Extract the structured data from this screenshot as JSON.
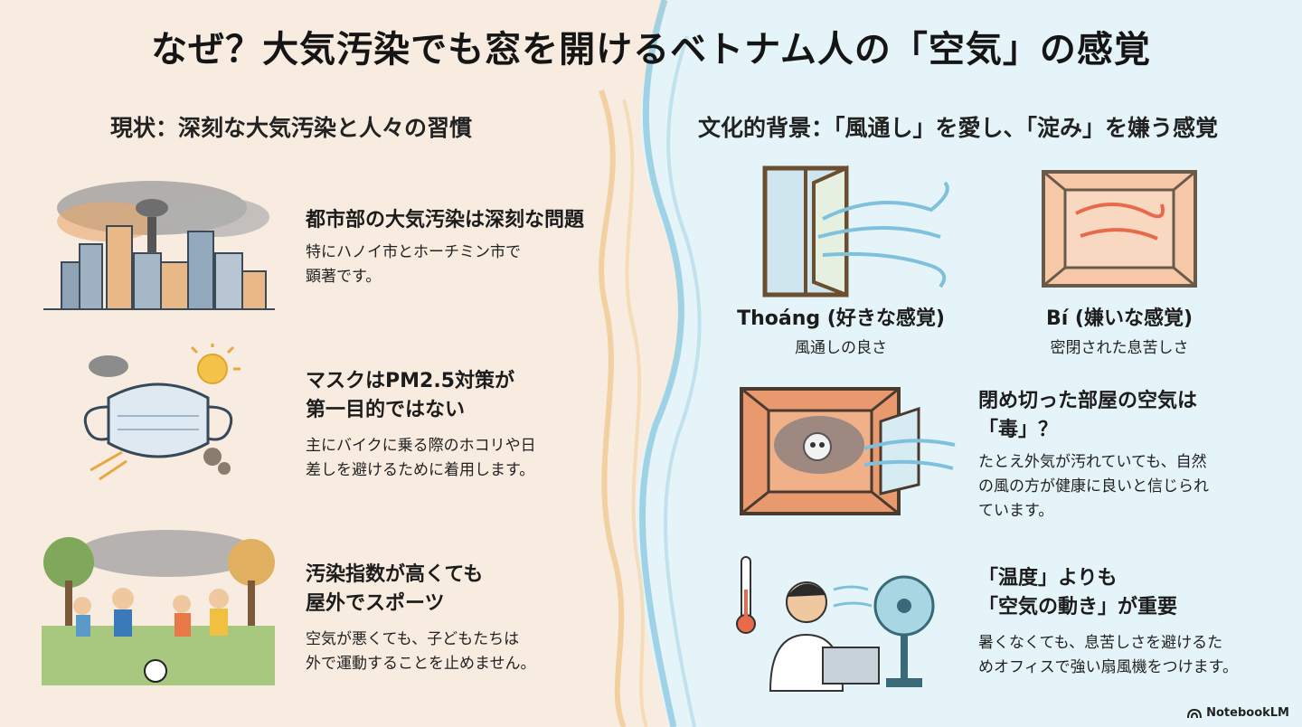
{
  "title": "なぜ？大気汚染でも窓を開けるベトナム人の「空気」の感覚",
  "left": {
    "heading": "現状：深刻な大気汚染と人々の習慣",
    "items": [
      {
        "title": "都市部の大気汚染は深刻な問題",
        "desc1": "特にハノイ市とホーチミン市で",
        "desc2": "顕著です。"
      },
      {
        "title1": "マスクはPM2.5対策が",
        "title2": "第一目的ではない",
        "desc1": "主にバイクに乗る際のホコリや日",
        "desc2": "差しを避けるために着用します。"
      },
      {
        "title1": "汚染指数が高くても",
        "title2": "屋外でスポーツ",
        "desc1": "空気が悪くても、子どもたちは",
        "desc2": "外で運動することを止めません。"
      }
    ]
  },
  "right": {
    "heading": "文化的背景：「風通し」を愛し、「淀み」を嫌う感覚",
    "concepts": [
      {
        "title": "Thoáng (好きな感覚)",
        "desc": "風通しの良さ"
      },
      {
        "title": "Bí (嫌いな感覚)",
        "desc": "密閉された息苦しさ"
      }
    ],
    "items": [
      {
        "title1": "閉め切った部屋の空気は",
        "title2": "「毒」？",
        "desc1": "たとえ外気が汚れていても、自然",
        "desc2": "の風の方が健康に良いと信じられ",
        "desc3": "ています。"
      },
      {
        "title1": "「温度」よりも",
        "title2": "「空気の動き」が重要",
        "desc1": "暑くなくても、息苦しさを避けるた",
        "desc2": "めオフィスで強い扇風機をつけます。"
      }
    ]
  },
  "logo": {
    "text": "NotebookLM"
  },
  "colors": {
    "left_bg": "#f8ece0",
    "right_bg": "#e5f4f8",
    "wave_blue": "#8fc9e0",
    "wave_orange": "#f0c487"
  }
}
